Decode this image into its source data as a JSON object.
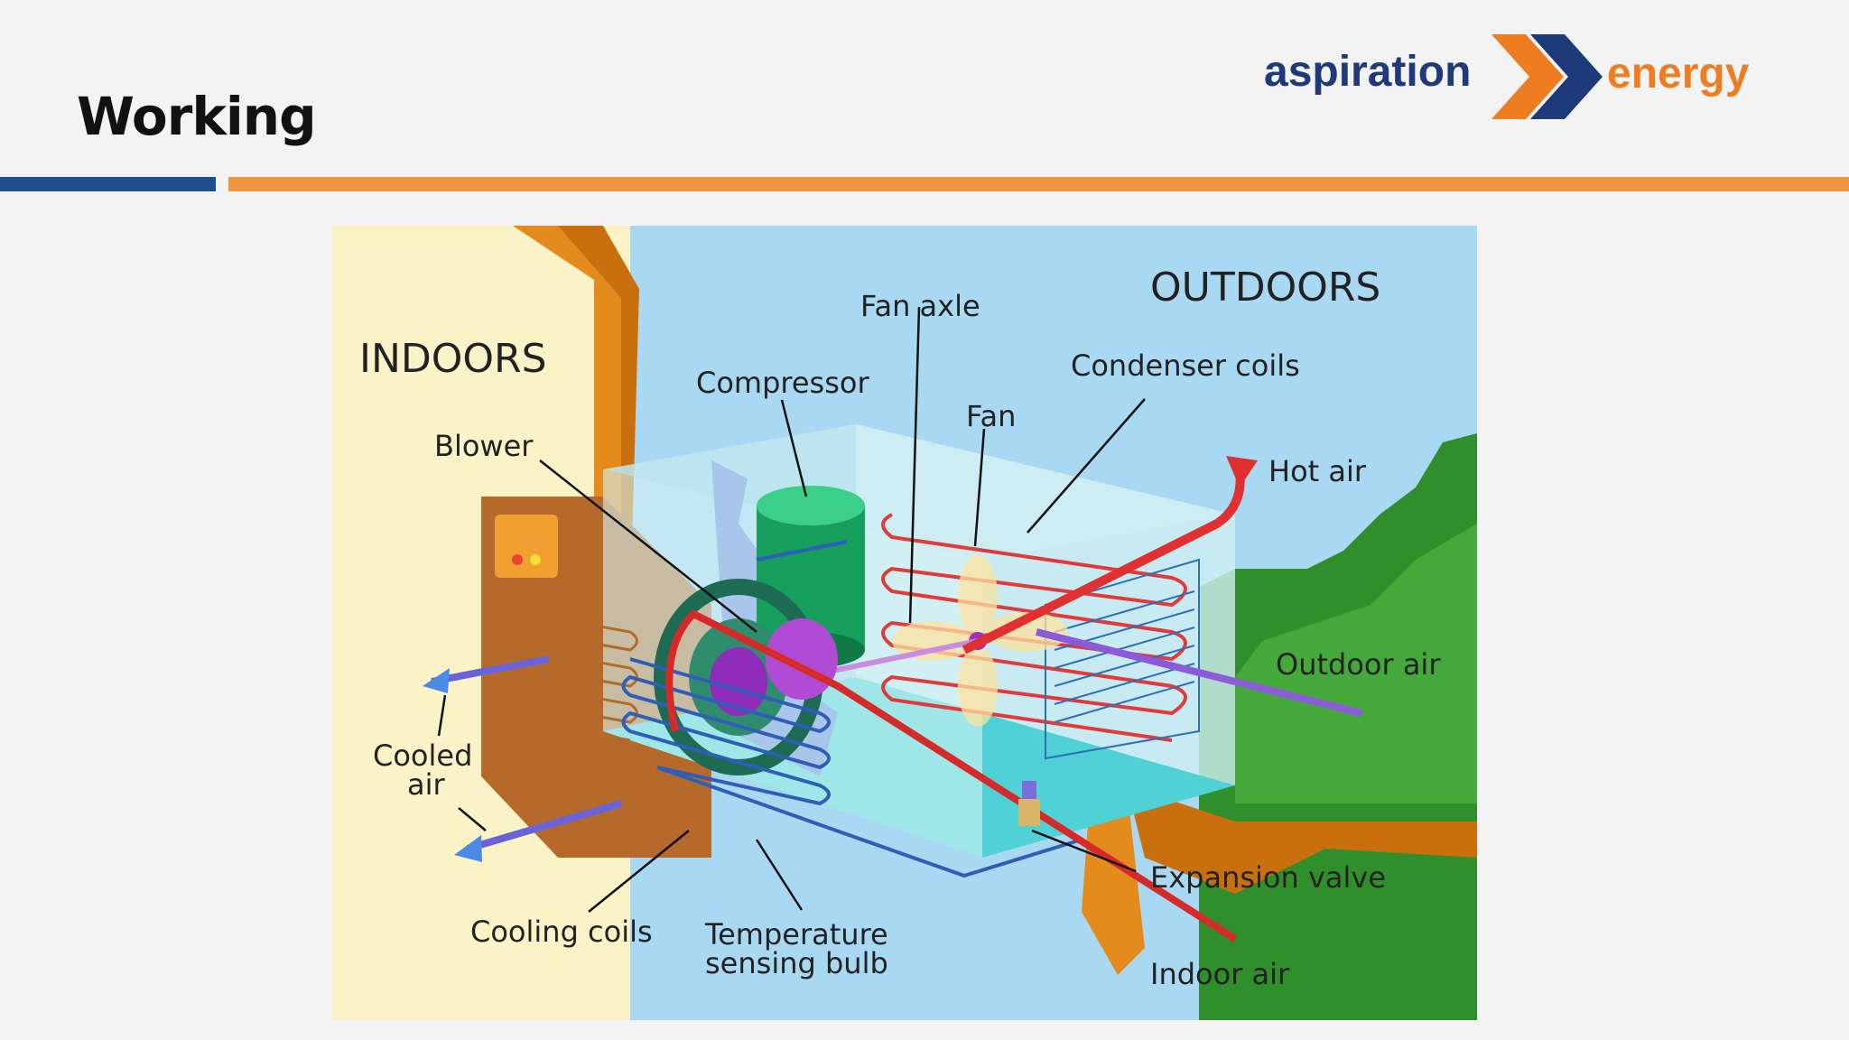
{
  "slide": {
    "title": "Working"
  },
  "logo": {
    "word1": "aspiration",
    "word2": "energy"
  },
  "colors": {
    "blue_accent": "#1f4e8c",
    "orange_accent": "#f0953e",
    "logo_blue": "#1e3a78",
    "logo_orange": "#ee7d22"
  },
  "diagram": {
    "labels": {
      "indoors": "INDOORS",
      "outdoors": "OUTDOORS",
      "fan_axle": "Fan axle",
      "compressor": "Compressor",
      "condenser_coils": "Condenser coils",
      "fan": "Fan",
      "blower": "Blower",
      "hot_air": "Hot air",
      "outdoor_air": "Outdoor air",
      "cooled_air_line1": "Cooled",
      "cooled_air_line2": "air",
      "expansion_valve": "Expansion valve",
      "cooling_coils": "Cooling coils",
      "temperature_line1": "Temperature",
      "temperature_line2": "sensing bulb",
      "indoor_air": "Indoor air"
    }
  }
}
